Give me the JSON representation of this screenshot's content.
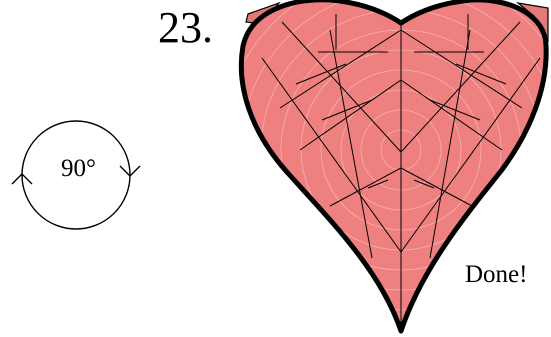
{
  "diagram": {
    "step_number": "23.",
    "rotation_label": "90°",
    "done_label": "Done!"
  },
  "colors": {
    "paper_fill": "#ef8080",
    "paper_flap": "#e47a78",
    "outline": "#000000",
    "crease_lines": "#000000",
    "texture": "#f7b0b0"
  },
  "icons": {
    "rotate": "rotate-arrows-icon"
  }
}
